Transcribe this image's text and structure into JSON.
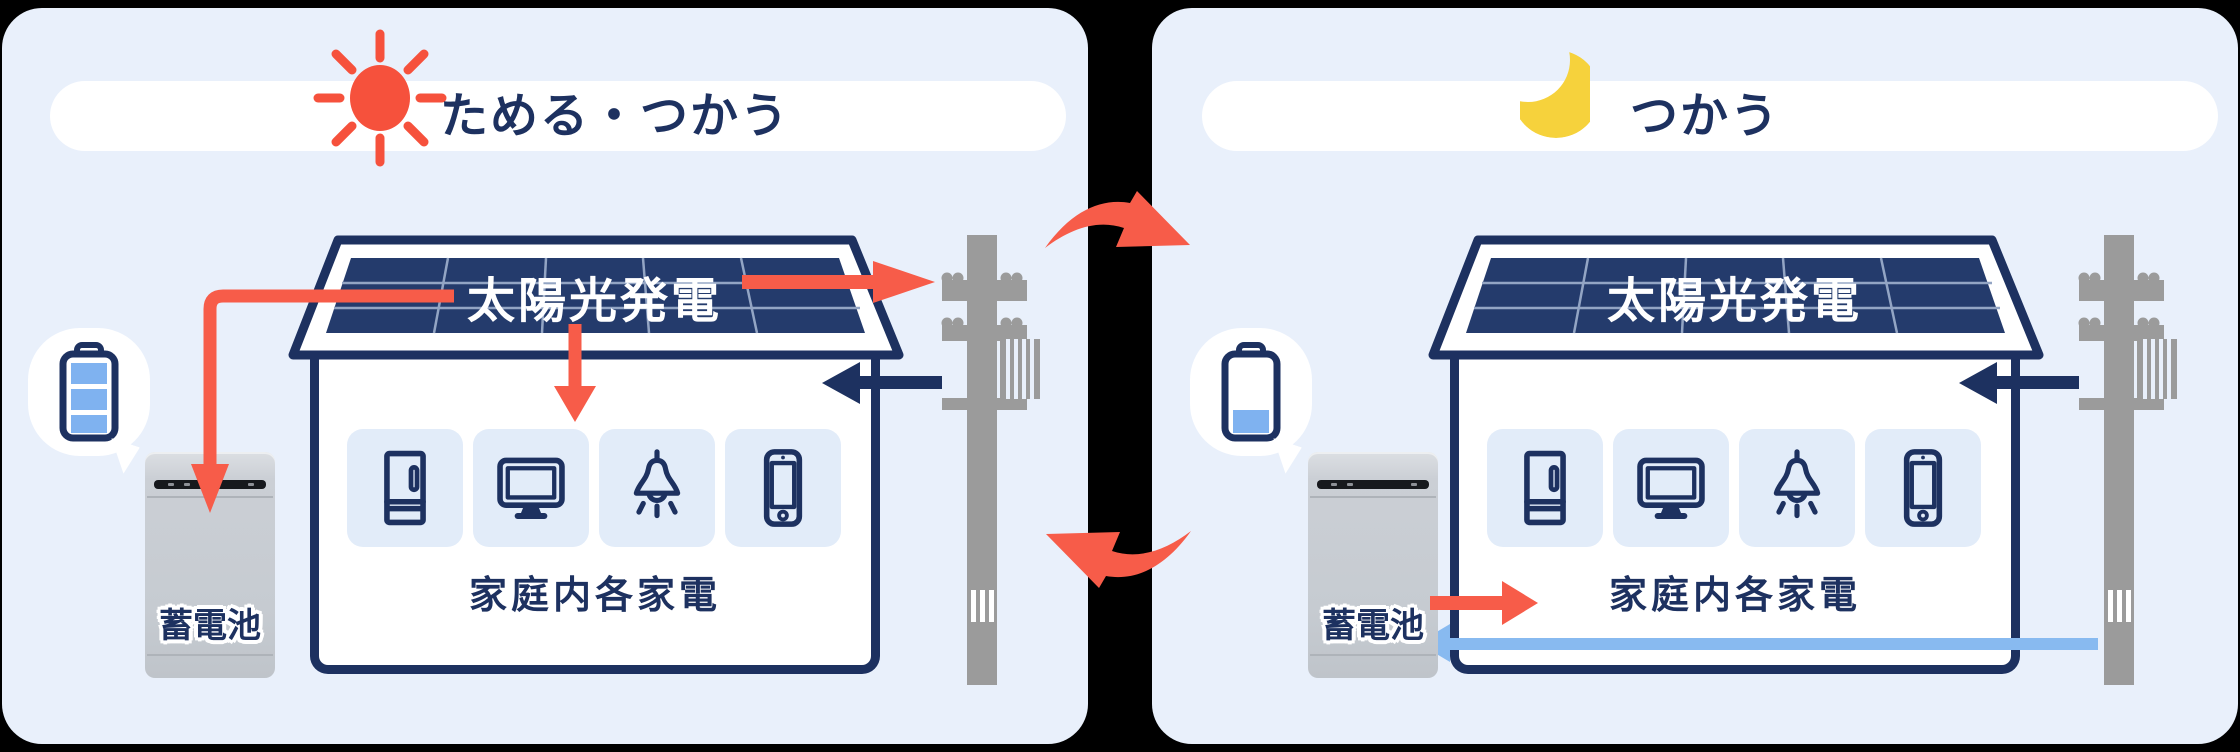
{
  "day_panel": {
    "title": "ためる・つかう",
    "header_icon": "sun",
    "solar_label": "太陽光発電",
    "appliances_caption": "家庭内各家電",
    "battery_unit_label": "蓄電池",
    "battery_bubble_level": "full"
  },
  "night_panel": {
    "title": "つかう",
    "header_icon": "moon",
    "solar_label": "太陽光発電",
    "appliances_caption": "家庭内各家電",
    "battery_unit_label": "蓄電池",
    "battery_bubble_level": "low"
  },
  "appliances": [
    "refrigerator",
    "tv",
    "pendant-light",
    "smartphone"
  ],
  "flows": {
    "day": [
      "solar-to-battery",
      "solar-to-appliances",
      "solar-to-grid",
      "grid-to-house"
    ],
    "night": [
      "grid-to-house",
      "battery-to-appliances",
      "grid-to-battery"
    ],
    "between_panels": [
      "day-to-night",
      "night-to-day"
    ]
  },
  "colors": {
    "coral_red": "#F75C49",
    "navy": "#1D3160",
    "solar_panel_fill": "#243B6C",
    "panel_bg": "#E9F0FB",
    "tile_bg": "#E2ECF9",
    "grid_charge_blue": "#88BAF0",
    "battery_level_blue": "#7FB2F0",
    "sun_red": "#F6513C",
    "moon_yellow": "#F6D23C",
    "pole_gray": "#9B9B9B",
    "background_black": "#000000"
  }
}
